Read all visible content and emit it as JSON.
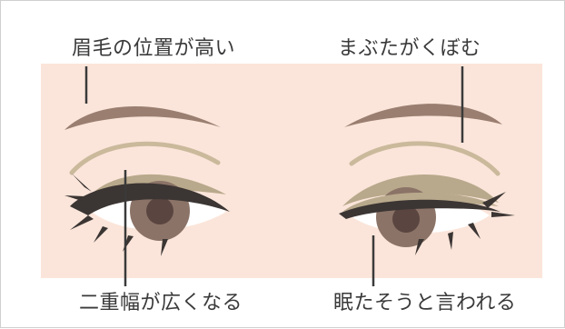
{
  "labels": {
    "brow_position_high": "眉毛の位置が高い",
    "eyelid_sunken": "まぶたがくぼむ",
    "double_eyelid_wider": "二重幅が広くなる",
    "looks_sleepy": "眠たそうと言われる"
  },
  "colors": {
    "background_band": "#fbe5da",
    "brow": "#9a7f71",
    "lid_crease": "#cbb99c",
    "eyeshadow": "#b9a98c",
    "lash": "#3b3533",
    "iris": "#8b7367",
    "pupil": "#5a4540",
    "sclera": "#ffffff",
    "pointer_line": "#3a3a3a",
    "border": "#cfcfcf"
  }
}
